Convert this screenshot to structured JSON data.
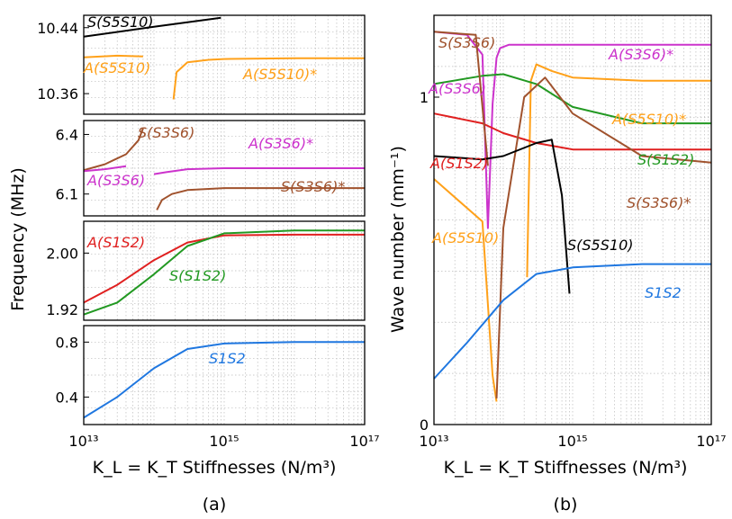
{
  "panel_labels": {
    "a": "(a)",
    "b": "(b)"
  },
  "left_ylabel": "Frequency (MHz)",
  "right_ylabel": "Wave number (mm⁻¹)",
  "xlabel": "K_L = K_T Stiffnesses (N/m³)",
  "chart_data": [
    {
      "type": "line",
      "panel": "a-1",
      "x_scale": "log",
      "xlim": [
        10000000000000.0,
        1e+17
      ],
      "ylim": [
        10.335,
        10.455
      ],
      "yticks": [
        "10.44",
        "10.36"
      ],
      "grid": true,
      "series": [
        {
          "name": "S(S5S10)",
          "color": "#000000",
          "x": [
            10000000000000.0,
            100000000000000.0,
            900000000000000.0
          ],
          "y": [
            10.429,
            10.441,
            10.452
          ]
        },
        {
          "name": "A(S5S10)",
          "color": "#ffa11a",
          "x": [
            10000000000000.0,
            30000000000000.0,
            70000000000000.0
          ],
          "y": [
            10.404,
            10.406,
            10.405
          ]
        },
        {
          "name": "A(S5S10)*",
          "color": "#ffa11a",
          "x": [
            190000000000000.0,
            210000000000000.0,
            300000000000000.0,
            600000000000000.0,
            1000000000000000.0,
            1e+16,
            1e+17
          ],
          "y": [
            10.353,
            10.386,
            10.398,
            10.401,
            10.402,
            10.403,
            10.403
          ]
        }
      ],
      "annotations": [
        "S(S5S10)",
        "A(S5S10)",
        "A(S5S10)*"
      ]
    },
    {
      "type": "line",
      "panel": "a-2",
      "x_scale": "log",
      "xlim": [
        10000000000000.0,
        1e+17
      ],
      "ylim": [
        5.99,
        6.47
      ],
      "yticks": [
        "6.4",
        "6.1"
      ],
      "grid": true,
      "series": [
        {
          "name": "S(S3S6)",
          "color": "#a0522d",
          "x": [
            10000000000000.0,
            20000000000000.0,
            40000000000000.0,
            60000000000000.0,
            70000000000000.0
          ],
          "y": [
            6.22,
            6.25,
            6.3,
            6.37,
            6.43
          ]
        },
        {
          "name": "A(S3S6)",
          "color": "#cc33cc",
          "x": [
            10000000000000.0,
            20000000000000.0,
            40000000000000.0
          ],
          "y": [
            6.215,
            6.225,
            6.24
          ]
        },
        {
          "name": "A(S3S6)*",
          "color": "#cc33cc",
          "x": [
            100000000000000.0,
            150000000000000.0,
            300000000000000.0,
            1000000000000000.0,
            1e+16,
            1e+17
          ],
          "y": [
            6.2,
            6.21,
            6.225,
            6.23,
            6.23,
            6.23
          ]
        },
        {
          "name": "S(S3S6)*",
          "color": "#a0522d",
          "x": [
            110000000000000.0,
            130000000000000.0,
            180000000000000.0,
            300000000000000.0,
            1000000000000000.0,
            1e+16,
            1e+17
          ],
          "y": [
            6.02,
            6.07,
            6.1,
            6.12,
            6.13,
            6.13,
            6.13
          ]
        }
      ],
      "annotations": [
        "S(S3S6)",
        "A(S3S6)*",
        "A(S3S6)",
        "S(S3S6)*"
      ]
    },
    {
      "type": "line",
      "panel": "a-3",
      "x_scale": "log",
      "xlim": [
        10000000000000.0,
        1e+17
      ],
      "ylim": [
        1.905,
        2.045
      ],
      "yticks": [
        "2.00",
        "1.92"
      ],
      "grid": true,
      "series": [
        {
          "name": "A(S1S2)",
          "color": "#e02020",
          "x": [
            10000000000000.0,
            30000000000000.0,
            100000000000000.0,
            300000000000000.0,
            1000000000000000.0,
            1e+16,
            1e+17
          ],
          "y": [
            1.93,
            1.955,
            1.99,
            2.015,
            2.025,
            2.026,
            2.026
          ]
        },
        {
          "name": "S(S1S2)",
          "color": "#229922",
          "x": [
            10000000000000.0,
            30000000000000.0,
            100000000000000.0,
            300000000000000.0,
            1000000000000000.0,
            1e+16,
            1e+17
          ],
          "y": [
            1.913,
            1.93,
            1.97,
            2.01,
            2.028,
            2.032,
            2.032
          ]
        }
      ],
      "annotations": [
        "A(S1S2)",
        "S(S1S2)"
      ]
    },
    {
      "type": "line",
      "panel": "a-4",
      "x_scale": "log",
      "xlim": [
        10000000000000.0,
        1e+17
      ],
      "ylim": [
        0.2,
        0.92
      ],
      "yticks": [
        "0.8",
        "0.4"
      ],
      "grid": true,
      "series": [
        {
          "name": "S1S2",
          "color": "#1f77e0",
          "x": [
            10000000000000.0,
            30000000000000.0,
            100000000000000.0,
            300000000000000.0,
            1000000000000000.0,
            1e+16,
            1e+17
          ],
          "y": [
            0.25,
            0.4,
            0.61,
            0.75,
            0.79,
            0.8,
            0.8
          ]
        }
      ],
      "annotations": [
        "S1S2"
      ]
    },
    {
      "type": "line",
      "panel": "b",
      "x_scale": "log",
      "xlim": [
        10000000000000.0,
        1e+17
      ],
      "ylim": [
        0,
        1.25
      ],
      "yticks": [
        "1",
        "0"
      ],
      "grid": true,
      "series": [
        {
          "name": "A(S3S6)*",
          "color": "#cc33cc",
          "x": [
            10000000000000.0,
            30000000000000.0,
            50000000000000.0,
            60000000000000.0,
            70000000000000.0,
            80000000000000.0,
            90000000000000.0,
            120000000000000.0,
            200000000000000.0,
            1000000000000000.0,
            1e+17
          ],
          "y": [
            1.2,
            1.19,
            1.13,
            0.6,
            0.98,
            1.12,
            1.15,
            1.16,
            1.16,
            1.16,
            1.16
          ]
        },
        {
          "name": "A(S5S10)*",
          "color": "#ffa11a",
          "x": [
            220000000000000.0,
            250000000000000.0,
            300000000000000.0,
            500000000000000.0,
            1000000000000000.0,
            1e+16,
            1e+17
          ],
          "y": [
            0.45,
            1.05,
            1.1,
            1.08,
            1.06,
            1.05,
            1.05
          ]
        },
        {
          "name": "A(S5S10)",
          "color": "#ffa11a",
          "x": [
            10000000000000.0,
            50000000000000.0,
            70000000000000.0,
            80000000000000.0
          ],
          "y": [
            0.75,
            0.62,
            0.15,
            0.07
          ]
        },
        {
          "name": "S(S1S2)",
          "color": "#229922",
          "x": [
            10000000000000.0,
            50000000000000.0,
            100000000000000.0,
            300000000000000.0,
            1000000000000000.0,
            1e+16,
            1e+17
          ],
          "y": [
            1.04,
            1.065,
            1.07,
            1.04,
            0.97,
            0.92,
            0.92
          ]
        },
        {
          "name": "A(S1S2)",
          "color": "#e02020",
          "x": [
            10000000000000.0,
            50000000000000.0,
            100000000000000.0,
            300000000000000.0,
            1000000000000000.0,
            1e+16,
            1e+17
          ],
          "y": [
            0.95,
            0.92,
            0.89,
            0.86,
            0.84,
            0.84,
            0.84
          ]
        },
        {
          "name": "S(S3S6)*",
          "color": "#a0522d",
          "x": [
            80000000000000.0,
            100000000000000.0,
            200000000000000.0,
            400000000000000.0,
            1000000000000000.0,
            1e+16,
            1e+17
          ],
          "y": [
            0.08,
            0.6,
            1.0,
            1.06,
            0.95,
            0.82,
            0.8
          ]
        },
        {
          "name": "S(S3S6)",
          "color": "#a0522d",
          "x": [
            10000000000000.0,
            40000000000000.0,
            60000000000000.0
          ],
          "y": [
            1.2,
            1.19,
            0.79
          ]
        },
        {
          "name": "S(S5S10)",
          "color": "#000000",
          "x": [
            10000000000000.0,
            50000000000000.0,
            100000000000000.0,
            300000000000000.0,
            500000000000000.0,
            700000000000000.0,
            900000000000000.0
          ],
          "y": [
            0.82,
            0.81,
            0.82,
            0.86,
            0.87,
            0.7,
            0.4
          ]
        },
        {
          "name": "S1S2",
          "color": "#1f77e0",
          "x": [
            10000000000000.0,
            30000000000000.0,
            100000000000000.0,
            300000000000000.0,
            1000000000000000.0,
            1e+16,
            1e+17
          ],
          "y": [
            0.14,
            0.25,
            0.38,
            0.46,
            0.48,
            0.49,
            0.49
          ]
        }
      ],
      "annotations": [
        "S(S3S6)",
        "A(S3S6)*",
        "A(S3S6)",
        "A(S5S10)*",
        "S(S1S2)",
        "A(S1S2)",
        "S(S3S6)*",
        "A(S5S10)",
        "S(S5S10)",
        "S1S2"
      ]
    }
  ],
  "xtick_labels": [
    "10¹³",
    "10¹⁵",
    "10¹⁷"
  ]
}
